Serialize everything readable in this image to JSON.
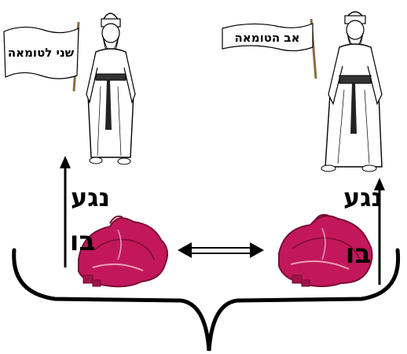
{
  "left_priest": {
    "flag_text": "שני לטומאה"
  },
  "right_priest": {
    "flag_text": "אב הטומאה"
  },
  "left_meat": {
    "label_top": "נגע",
    "label_bottom": "בו"
  },
  "right_meat": {
    "label_top": "נגע",
    "label_bottom": "בו"
  },
  "colors": {
    "meat": "#c2185b",
    "meat_dark": "#7a0b33",
    "line": "#000000"
  }
}
